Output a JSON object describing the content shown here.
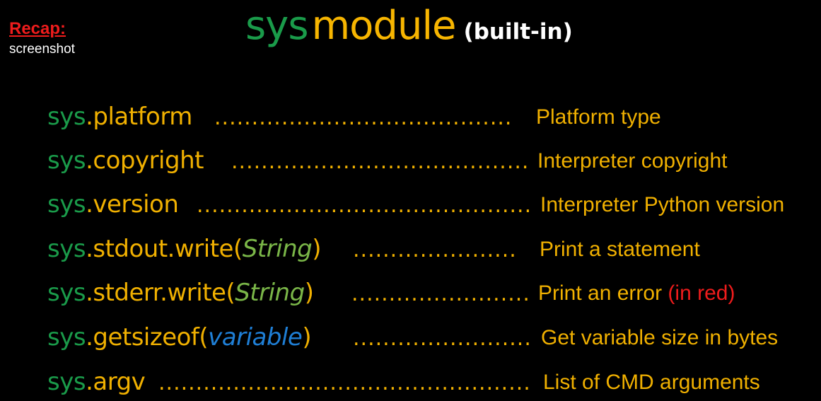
{
  "header": {
    "recap_label": "Recap:",
    "recap_sub": "screenshot",
    "title_sys": "sys",
    "title_module": "module",
    "title_note": "(built-in)"
  },
  "rows": [
    {
      "prefix": "sys",
      "name": ".platform",
      "dots": "........................................",
      "desc": "Platform type"
    },
    {
      "prefix": "sys",
      "name": ".copyright",
      "dots": "........................................",
      "desc": "Interpreter copyright"
    },
    {
      "prefix": "sys",
      "name": ".version",
      "dots": "................................................",
      "desc": "Interpreter Python version"
    },
    {
      "prefix": "sys",
      "name": ".stdout.write(",
      "arg": "String",
      "close": ")",
      "dots": "......................",
      "desc": "Print a statement"
    },
    {
      "prefix": "sys",
      "name": ".stderr.write(",
      "arg": "String",
      "close": ")",
      "dots": ".........................",
      "desc": "Print an error",
      "desc_extra": "(in red)"
    },
    {
      "prefix": "sys",
      "name": ".getsizeof(",
      "arg": "variable",
      "close": ")",
      "dots": ".........................",
      "desc": "Get variable size in bytes"
    },
    {
      "prefix": "sys",
      "name": ".argv",
      "dots": "..................................................",
      "desc": "List of CMD arguments"
    }
  ],
  "colors": {
    "background": "#000000",
    "sys_green": "#1a9b4a",
    "orange": "#f0b000",
    "arg_green": "#7ab648",
    "arg_blue": "#1f7fd6",
    "red": "#ee1c1c"
  }
}
